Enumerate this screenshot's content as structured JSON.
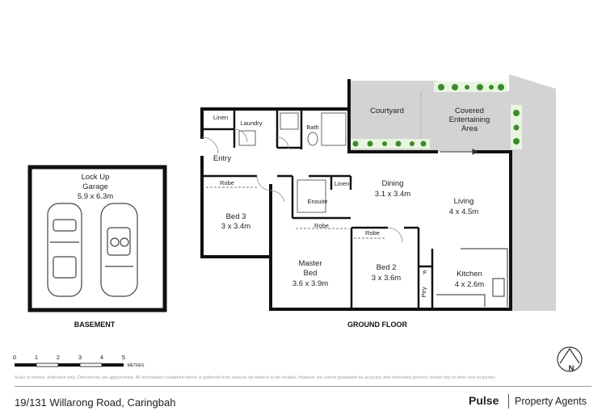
{
  "floors": {
    "basement": "BASEMENT",
    "ground": "GROUND FLOOR"
  },
  "rooms": {
    "garage": {
      "name1": "Lock Up",
      "name2": "Garage",
      "dims": "5.9 x 6.3m"
    },
    "courtyard": {
      "name": "Courtyard"
    },
    "covered": {
      "name1": "Covered",
      "name2": "Entertaining",
      "name3": "Area"
    },
    "linen1": "Linen",
    "laundry": "Laundry",
    "bath": "Bath",
    "entry": "Entry",
    "bed3": {
      "robe": "Robe",
      "name": "Bed 3",
      "dims": "3 x 3.4m"
    },
    "ensuite": "Ensuite",
    "linen2": "Linen",
    "dining": {
      "name": "Dining",
      "dims": "3.1 x 3.4m"
    },
    "living": {
      "name": "Living",
      "dims": "4 x 4.5m"
    },
    "master": {
      "robe": "Robe",
      "name1": "Master",
      "name2": "Bed",
      "dims": "3.6 x 3.9m"
    },
    "bed2": {
      "robe": "Robe",
      "name": "Bed 2",
      "dims": "3 x 3.6m"
    },
    "fridge": "F",
    "pantry": "Ptry",
    "kitchen": {
      "name": "Kitchen",
      "dims": "4 x 2.6m"
    }
  },
  "scale": {
    "ticks": [
      "0",
      "1",
      "2",
      "3",
      "4",
      "5"
    ],
    "unit": "METRES"
  },
  "compass": "N",
  "disclaimer": "Scale in metres. Indicative only. Dimensions are approximate. All information contained herein is gathered from sources we believe to be reliable. However we cannot guarantee its accuracy and interested persons should rely on their own enquiries.",
  "address": "19/131 Willarong Road, Caringbah",
  "brand": "Pulse",
  "agent": "Property Agents"
}
